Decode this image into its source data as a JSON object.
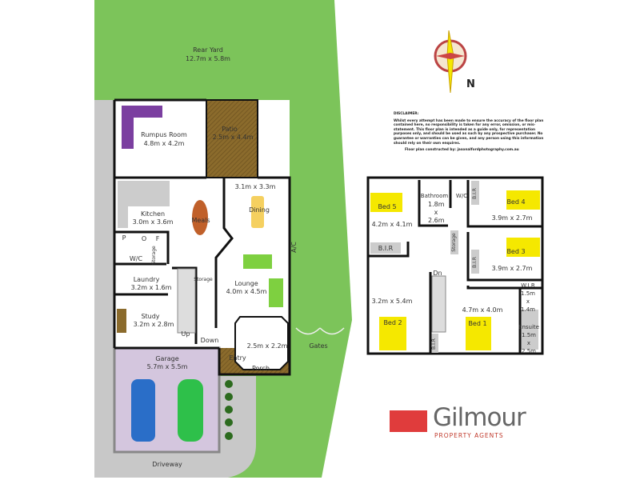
{
  "ground_floor": {
    "rear_yard": {
      "name": "Rear Yard",
      "size": "12.7m x 5.8m"
    },
    "rumpus": {
      "name": "Rumpus Room",
      "size": "4.8m x 4.2m"
    },
    "patio": {
      "name": "Patio",
      "size": "2.5m x 4.4m"
    },
    "dining": {
      "name": "Dining",
      "size": "3.1m x 3.3m"
    },
    "kitchen": {
      "name": "Kitchen",
      "size": "3.0m x 3.6m"
    },
    "meals": {
      "name": "Meals"
    },
    "pantry": "P",
    "oven": "O",
    "fridge": "F",
    "wc": "W/C",
    "storage_small": "Storage",
    "storage_stair": "Storage",
    "laundry": {
      "name": "Laundry",
      "size": "3.2m x 1.6m"
    },
    "lounge": {
      "name": "Lounge",
      "size": "4.0m x 4.5m"
    },
    "ac": "A/C",
    "study": {
      "name": "Study",
      "size": "3.2m x 2.8m"
    },
    "up": "Up",
    "down": "Down",
    "bay": {
      "size": "2.5m x 2.2m"
    },
    "entry": "Entry",
    "porch": "Porch",
    "gates": "Gates",
    "garage": {
      "name": "Garage",
      "size": "5.7m x 5.5m"
    },
    "driveway": "Driveway"
  },
  "upper_floor": {
    "bed5": {
      "name": "Bed 5",
      "size": "4.2m x 4.1m"
    },
    "bathroom": {
      "name": "Bathroom",
      "size": "1.8m x 2.6m"
    },
    "wc": "W/C",
    "bir_top": "B.I.R",
    "bed4": {
      "name": "Bed 4",
      "size": "3.9m x 2.7m"
    },
    "storage": "Storage",
    "bir_bed5": "B.I.R",
    "bed3": {
      "name": "Bed 3",
      "size": "3.9m x 2.7m"
    },
    "bir_bed3": "B.I.R",
    "dn": "Dn",
    "bed2": {
      "name": "Bed 2",
      "size": "3.2m x 5.4m"
    },
    "bir_stair": "B.I.R",
    "bed1": {
      "name": "Bed 1",
      "size": "4.7m x 4.0m"
    },
    "wir": {
      "name": "W.I.R",
      "size": "1.5m x 1.4m"
    },
    "ensuite": {
      "name": "Ensuite",
      "size": "1.5m x 2.5m"
    }
  },
  "compass": {
    "north_label": "N"
  },
  "disclaimer": {
    "title": "DISCLAIMER:",
    "body": "Whilst every attempt has been made to ensure the accuracy of the floor plan contained here, no responsibility is taken for any error, omission, or mis-statement. This floor plan is intended as a guide only, for representation purposes only, and should be used as such by any prospective purchaser. No guarantee or warranties can be given, and any person using this information should rely on their own enquires.",
    "credit": "Floor plan constructed by:  jasonalfordphotography.com.au"
  },
  "logo": {
    "name": "Gilmour",
    "tagline": "PROPERTY AGENTS",
    "brand_color": "#e03c3c"
  },
  "colors": {
    "lawn": "#7cc45a",
    "paving": "#c8c8c8",
    "garage": "#d4c6de",
    "deck": "#8b6b2c",
    "bed": "#f5e800",
    "wall": "#111111"
  }
}
